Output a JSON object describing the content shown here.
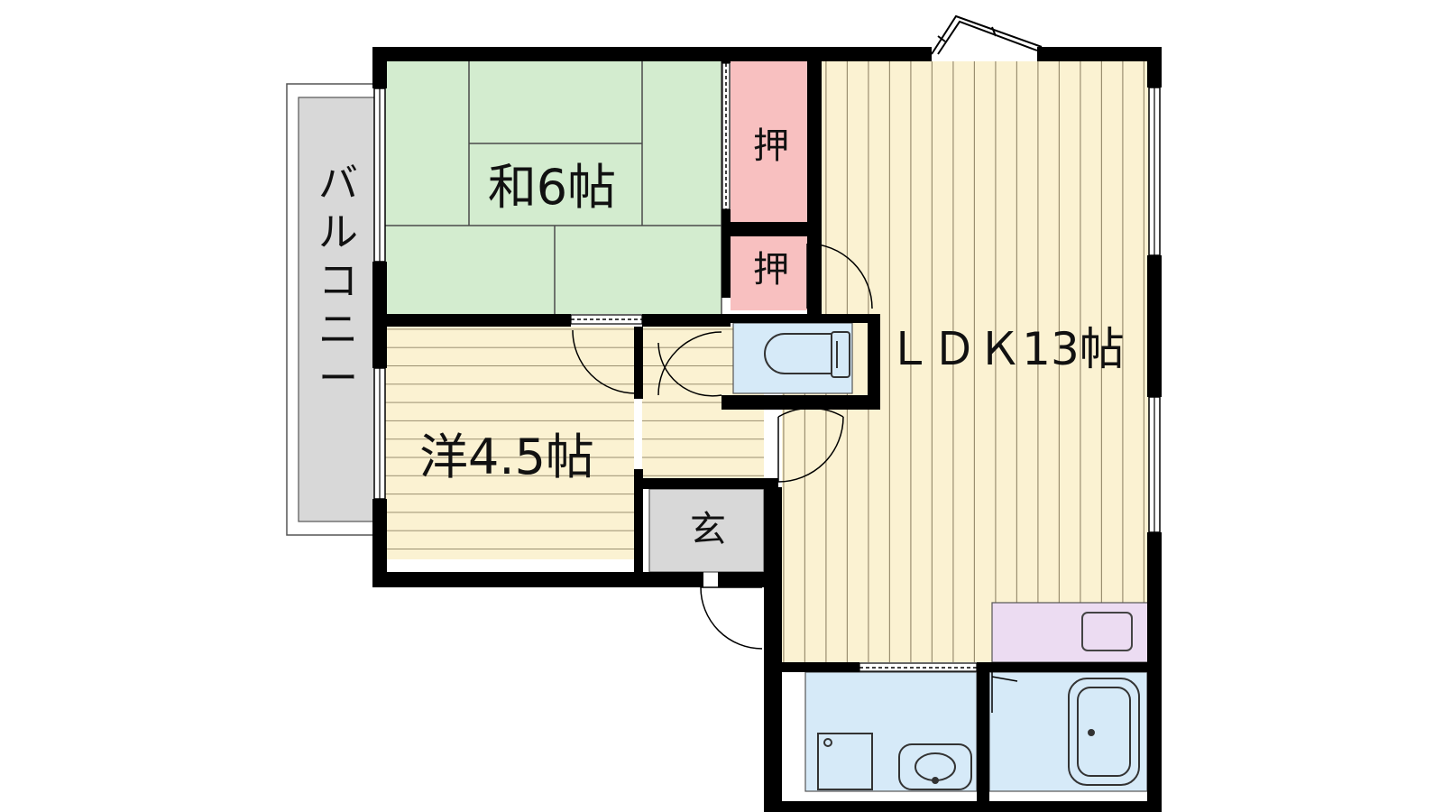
{
  "rooms": {
    "washitsu": {
      "label": "和6帖",
      "color": "#d3eccf"
    },
    "yoshitsu": {
      "label": "洋4.5帖",
      "color": "#fbf2d2"
    },
    "ldk": {
      "label": "ＬＤＫ13帖",
      "color": "#fbf2d2"
    },
    "oshiire_upper": {
      "label": "押",
      "color": "#f8c0c0"
    },
    "oshiire_lower": {
      "label": "押",
      "color": "#f8c0c0"
    },
    "genkan": {
      "label": "玄",
      "color": "#d8d8d8"
    },
    "balcony": {
      "label": "バルコニー",
      "color": "#d8d8d8"
    },
    "toilet": {
      "color": "#d6eaf8"
    },
    "washroom": {
      "color": "#d6eaf8"
    },
    "bath": {
      "color": "#d6eaf8"
    },
    "kitchen": {
      "color": "#ecdcf2"
    }
  },
  "colors": {
    "wall": "#000000",
    "floor_line": "#9a8f70",
    "tatami_line": "#4a4a4a"
  }
}
